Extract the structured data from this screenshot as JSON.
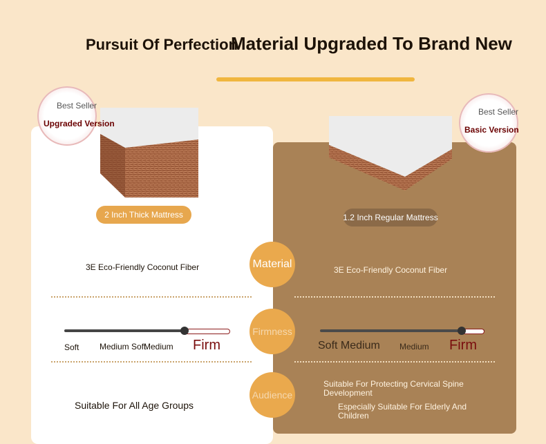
{
  "header": {
    "title_left": "Pursuit Of Perfection",
    "title_right": "Material Upgraded To Brand New"
  },
  "left": {
    "badge_small": "Best Seller",
    "badge_main": "Upgraded Version",
    "pill": "2 Inch Thick Mattress",
    "material": "3E Eco-Friendly Coconut Fiber",
    "firmness_labels": [
      "Soft",
      "Medium Soft",
      "Medium",
      "Firm"
    ],
    "firmness_level": 0.73,
    "audience": "Suitable For All Age Groups"
  },
  "right": {
    "badge_small": "Best Seller",
    "badge_main": "Basic Version",
    "pill": "1.2 Inch Regular Mattress",
    "material": "3E Eco-Friendly Coconut Fiber",
    "firmness_labels": [
      "Soft Medium",
      "Medium",
      "Firm"
    ],
    "firmness_level": 0.86,
    "audience_line1": "Suitable For Protecting Cervical Spine Development",
    "audience_line2": "Especially Suitable For Elderly And Children"
  },
  "center": {
    "material": "Material",
    "firmness": "Firmness",
    "audience": "Audience"
  },
  "colors": {
    "background": "#fae6c9",
    "accent": "#eaa94d",
    "right_card": "#a98256",
    "firm": "#7a0e0e"
  }
}
